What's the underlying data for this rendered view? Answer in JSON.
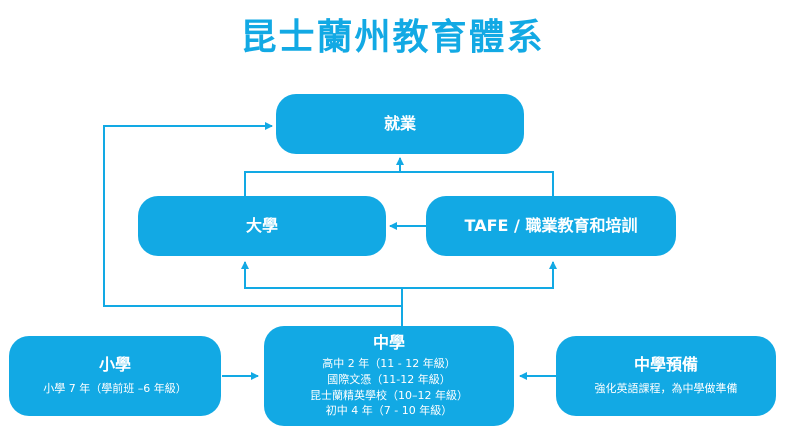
{
  "title": "昆士蘭州教育體系",
  "nodes": {
    "employment": {
      "title": "就業"
    },
    "university": {
      "title": "大學"
    },
    "tafe": {
      "title": "TAFE / 職業教育和培訓"
    },
    "primary": {
      "title": "小學",
      "subtitle": "小學 7 年（學前班 –6 年級）"
    },
    "secondary": {
      "title": "中學",
      "lines": [
        "高中 2 年（11 - 12 年級）",
        "國際文憑（11-12 年級）",
        "昆士蘭精英學校（10–12 年級）",
        "初中 4 年（7 - 10 年級）"
      ]
    },
    "prep": {
      "title": "中學預備",
      "subtitle": "強化英語課程，為中學做準備"
    }
  },
  "colors": {
    "accent": "#12A9E4",
    "text_on_accent": "#FFFFFF",
    "background": "#FFFFFF"
  }
}
